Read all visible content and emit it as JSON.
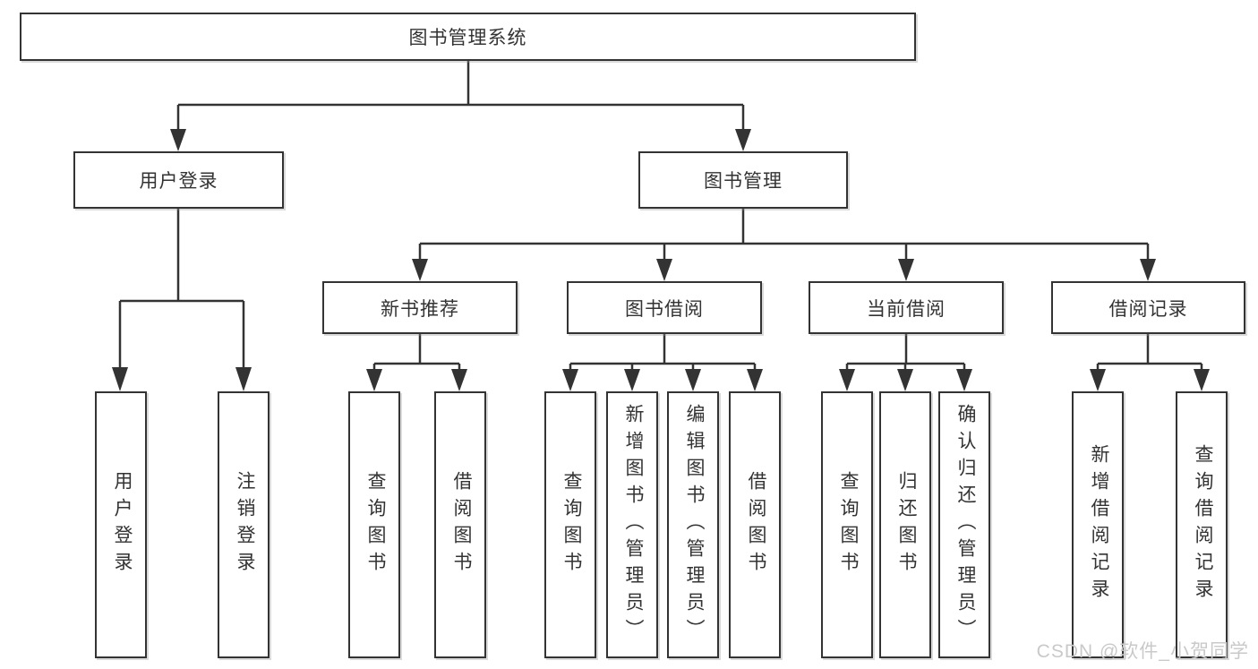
{
  "diagram_title": "图书管理系统",
  "colors": {
    "line": "#333333",
    "text": "#333333",
    "box_background": "#ffffff",
    "watermark_text": "#c9c9c9"
  },
  "nodes": {
    "root": "图书管理系统",
    "user_login": "用户登录",
    "book_mgmt": "图书管理",
    "new_books": "新书推荐",
    "book_borrow": "图书借阅",
    "current_borrow": "当前借阅",
    "borrow_records": "借阅记录",
    "leaf_user_login": "用户登录",
    "leaf_logout": "注销登录",
    "leaf_nb_query": "查询图书",
    "leaf_nb_borrow": "借阅图书",
    "leaf_bb_query": "查询图书",
    "leaf_bb_add": "新增图书（管理员）",
    "leaf_bb_edit": "编辑图书（管理员）",
    "leaf_bb_borrow": "借阅图书",
    "leaf_cb_query": "查询图书",
    "leaf_cb_return": "归还图书",
    "leaf_cb_confirm": "确认归还（管理员）",
    "leaf_br_add": "新增借阅记录",
    "leaf_br_query": "查询借阅记录"
  },
  "watermark": "CSDN @软件_小贺同学"
}
